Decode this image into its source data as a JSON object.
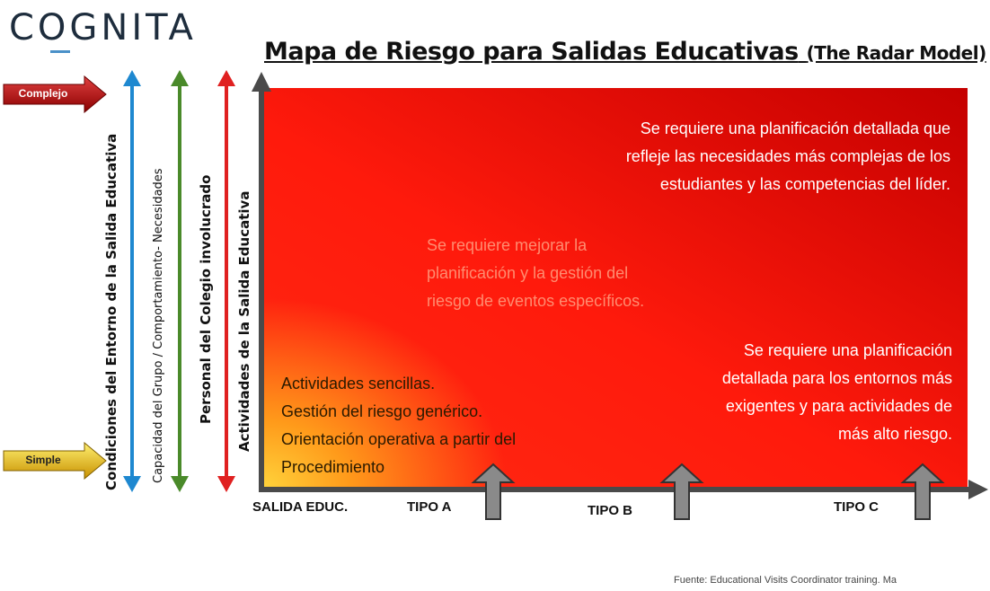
{
  "logo": "COGNITA",
  "title": "Mapa de Riesgo para Salidas Educativas",
  "title_suffix": "(The Radar Model)",
  "level_arrows": {
    "top": "Complejo",
    "bottom": "Simple"
  },
  "axis_labels": [
    "Condiciones del Entorno de la Salida Educativa",
    "Capacidad del Grupo / Comportamiento- Necesidades",
    "Personal del Colegio involucrado",
    "Actividades de la Salida Educativa"
  ],
  "regions": {
    "simple": [
      "Actividades sencillas.",
      "Gestión del riesgo genérico.",
      "Orientación operativa a partir del",
      "Procedimiento"
    ],
    "events": [
      "Se requiere mejorar la",
      "planificación y la gestión del",
      "riesgo de eventos específicos."
    ],
    "complex": [
      "Se requiere una planificación detallada que",
      "refleje las necesidades más complejas de los",
      "estudiantes y las competencias del líder."
    ],
    "demanding": [
      "Se requiere una planificación",
      "detallada para los entornos más",
      "exigentes y para actividades de",
      "más alto riesgo."
    ]
  },
  "x_labels": {
    "origin": "SALIDA EDUC.",
    "a": "TIPO A",
    "b": "TIPO B",
    "c": "TIPO C"
  },
  "source": "Fuente: Educational Visits Coordinator training. Ma",
  "colors": {
    "blue": "#1e88d0",
    "green": "#4a8a2a",
    "red": "#e02020",
    "axis": "#4a4a4a",
    "complejo": "#c00000",
    "simple": "#f0c010"
  }
}
